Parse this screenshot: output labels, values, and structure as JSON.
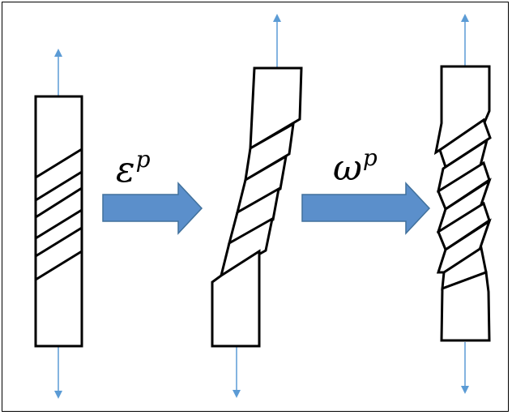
{
  "labels": {
    "plastic_strain": {
      "base": "ε",
      "sup": "p"
    },
    "plastic_rotation": {
      "base": "ω",
      "sup": "p"
    }
  },
  "colors": {
    "stroke": "#000000",
    "arrow_fill": "#5b8fcb",
    "arrow_stroke": "#41719c",
    "tension_arrow": "#5b9bd5",
    "background": "#ffffff"
  },
  "icons": {
    "process_arrow": "right-block-arrow",
    "load_arrow": "thin-arrow"
  }
}
